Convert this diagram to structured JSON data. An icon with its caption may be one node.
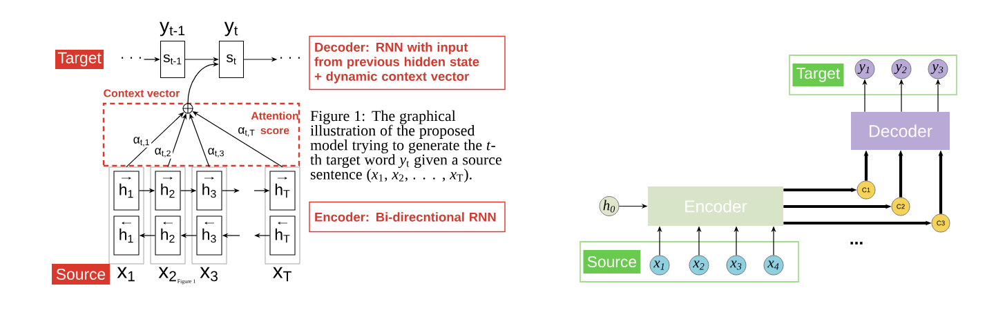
{
  "diagram": {
    "nodes": [
      {
        "text": [
          "Target"
        ]
      },
      {
        "text": [
          "s$_{t-1}$"
        ],
        "beside": [
          "y$_{t-1}$"
        ]
      },
      {
        "text": [
          "s$_{t}$"
        ],
        "beside": [
          "y$_{t}$"
        ]
      },
      {
        "text": [],
        "shape": "circle",
        "in": 36
      },
      {
        "text": [
          "· · ·"
        ]
      },
      {
        "text": [],
        "shape": "box",
        "beside": [
          "x$_{1}$"
        ]
      },
      {
        "text": [],
        "shape": "box",
        "beside": [
          "x$_{2}$"
        ]
      },
      {
        "text": [],
        "shape": "box",
        "beside": [
          "x$_{3}$"
        ]
      },
      {
        "text": [],
        "shape": "box",
        "beside": [
          "x$_{T}$"
        ]
      },
      {
        "text": [
          "h$_{1}$"
        ],
        "in": 5
      },
      {
        "text": [
          "h$_{2}$"
        ],
        "in": 6
      },
      {
        "text": [
          "h$_{3}$"
        ],
        "in": 7
      },
      {
        "text": [
          "h$_{T}$"
        ],
        "in": 8
      },
      {
        "text": [
          "h$_{1}$"
        ],
        "in": 5
      },
      {
        "text": [
          "h$_{2}$"
        ],
        "in": 6
      },
      {
        "text": [
          "h$_{3}$"
        ],
        "in": 7
      },
      {
        "text": [
          "h$_{T}$"
        ],
        "in": 8
      },
      {
        "text": [
          "Source"
        ]
      },
      {
        "text": [
          "Decoder: RNN with input from previous hidden state + dynamic context vector"
        ]
      },
      {
        "text": [
          "Encoder: Bi-direcntional RNN"
        ]
      },
      {
        "text": [
          "Target"
        ]
      },
      {
        "text": [
          "y$_{1}$"
        ],
        "in": 20
      },
      {
        "text": [
          "y$_{2}$"
        ],
        "in": 20
      },
      {
        "text": [
          "y$_{3}$"
        ],
        "in": 20
      },
      {
        "text": [
          "Decoder"
        ]
      },
      {
        "text": [
          "h$_{0}$"
        ]
      },
      {
        "text": [
          "Encoder"
        ]
      },
      {
        "text": [
          "C1"
        ]
      },
      {
        "text": [
          "C2"
        ]
      },
      {
        "text": [
          "C3"
        ]
      },
      {
        "text": [
          "Source"
        ]
      },
      {
        "text": [
          "x$_{1}$"
        ],
        "in": 30
      },
      {
        "text": [
          "x$_{2}$"
        ],
        "in": 30
      },
      {
        "text": [
          "x$_{3}$"
        ],
        "in": 30
      },
      {
        "text": [
          "x$_{4}$"
        ],
        "in": 30
      },
      {
        "text": [
          "· · ·"
        ]
      },
      {
        "text": [
          "Context vector",
          "Attention score"
        ]
      }
    ],
    "edges": [
      {
        "from": 4,
        "to": 1,
        "arrow": "to"
      },
      {
        "from": 1,
        "to": 2,
        "arrow": "to"
      },
      {
        "from": 2,
        "to": 35,
        "arrow": "to"
      },
      {
        "from": 3,
        "to": 2,
        "arrow": "to"
      },
      {
        "from": 5,
        "to": 3,
        "arrow": "to",
        "label": "α$_{t,1}$"
      },
      {
        "from": 6,
        "to": 3,
        "arrow": "to",
        "label": "α$_{t,2}$"
      },
      {
        "from": 7,
        "to": 3,
        "arrow": "to",
        "label": "α$_{t,3}$"
      },
      {
        "from": 8,
        "to": 3,
        "arrow": "to",
        "label": "α$_{t,T}$"
      },
      {
        "from": 9,
        "to": 10,
        "arrow": "to"
      },
      {
        "from": 10,
        "to": 11,
        "arrow": "to"
      },
      {
        "from": 11,
        "to": null,
        "arrow": "to"
      },
      {
        "from": null,
        "to": 12,
        "arrow": "to"
      },
      {
        "from": 16,
        "to": null,
        "arrow": "to"
      },
      {
        "from": null,
        "to": 15,
        "arrow": "to"
      },
      {
        "from": 15,
        "to": 14,
        "arrow": "to"
      },
      {
        "from": 14,
        "to": 13,
        "arrow": "to"
      },
      {
        "from": 24,
        "to": 21,
        "arrow": "to"
      },
      {
        "from": 24,
        "to": 22,
        "arrow": "to"
      },
      {
        "from": 24,
        "to": 23,
        "arrow": "to"
      },
      {
        "from": 27,
        "to": 24,
        "arrow": "to",
        "style": "thick"
      },
      {
        "from": 28,
        "to": 24,
        "arrow": "to",
        "style": "thick"
      },
      {
        "from": 29,
        "to": 24,
        "arrow": "to",
        "style": "thick"
      },
      {
        "from": 26,
        "to": 27,
        "arrow": "to",
        "style": "thick"
      },
      {
        "from": 26,
        "to": 28,
        "arrow": "to",
        "style": "thick"
      },
      {
        "from": 26,
        "to": 29,
        "arrow": "to",
        "style": "thick"
      },
      {
        "from": 25,
        "to": 26,
        "arrow": "to"
      },
      {
        "from": 31,
        "to": 26,
        "arrow": "to"
      },
      {
        "from": 32,
        "to": 26,
        "arrow": "to"
      },
      {
        "from": 33,
        "to": 26,
        "arrow": "to"
      },
      {
        "from": 34,
        "to": 26,
        "arrow": "to"
      }
    ],
    "labels": [
      "Figure 1: The graphical illustration of the proposed model trying to generate the *t*-th target word *y*$_{t}$ given a source sentence (*x*$_{1}$, *x*$_{2}$, . . . , *x*$_{T}$).",
      "Figure 1",
      "..."
    ]
  }
}
